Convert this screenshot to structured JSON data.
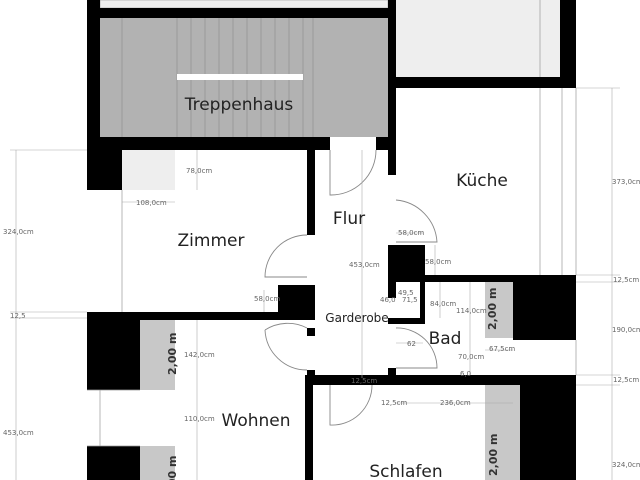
{
  "rooms": {
    "stairwell": "Treppenhaus",
    "kitchen": "Küche",
    "hallway": "Flur",
    "room": "Zimmer",
    "wardrobe": "Garderobe",
    "bathroom": "Bad",
    "living": "Wohnen",
    "bedroom": "Schlafen"
  },
  "dimensions": {
    "left_upper": "324,0cm",
    "left_gap": "12,5",
    "left_lower": "453,0cm",
    "zimmer_box_h": "78,0cm",
    "zimmer_box_w": "108,0cm",
    "zimmer_door": "58,0cm",
    "flur_length": "453,0cm",
    "flur_door_w": "58,0cm",
    "flur_door_h": "58,0cm",
    "wardrobe_w": "49,5",
    "wardrobe_d": "71,5",
    "wardrobe_h": "46,0",
    "bad_84": "84,0cm",
    "bad_114": "114,0cm",
    "bad_62": "62",
    "bad_70": "70,0cm",
    "bad_67": "67,5cm",
    "bad_6": "6,0",
    "wall_flur": "12,5cm",
    "schlafen_12": "12,5cm",
    "schlafen_236": "236,0cm",
    "right_kitchen": "373,0cm",
    "right_wall1": "12,5cm",
    "right_bad": "190,0cm",
    "right_wall2": "12,5cm",
    "right_lower": "324,0cm",
    "wohnen_142": "142,0cm",
    "wohnen_110": "110,0cm",
    "window_height": "2,00 m"
  }
}
